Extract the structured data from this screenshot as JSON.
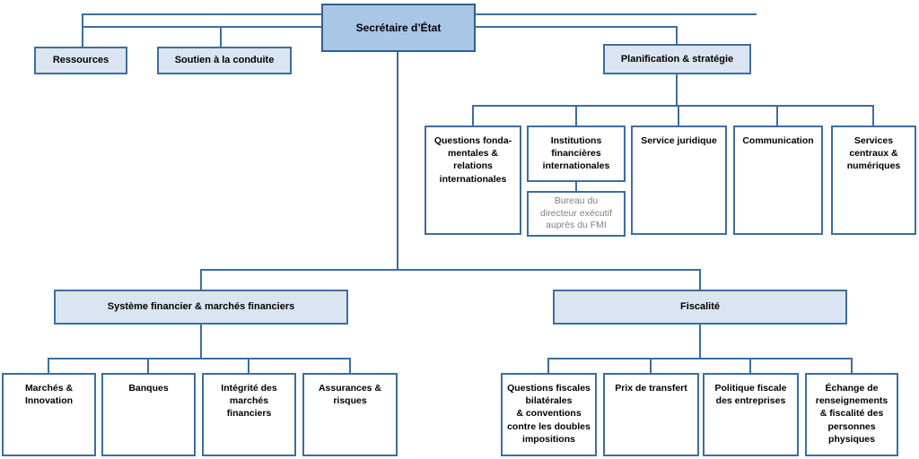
{
  "colors": {
    "line": "#3c6e9e",
    "box_border": "#3c6e9e",
    "root_fill": "#a9c6e6",
    "root_border": "#31608c",
    "header_fill": "#dbe5f1",
    "white_fill": "#ffffff",
    "subnote_text": "#7f7f7f",
    "text": "#000000"
  },
  "nodes": {
    "secretaire": {
      "label": "Secrétaire d’État"
    },
    "ressources": {
      "label": "Ressources"
    },
    "soutien": {
      "label": "Soutien à la conduite"
    },
    "planification": {
      "label": "Planification & stratégie"
    },
    "questions_fondamentales": {
      "label": "Questions fonda-\nmentales &\nrelations\ninternationales"
    },
    "institutions_financieres": {
      "label": "Institutions\nfinancières\ninternationales"
    },
    "bureau_fmi": {
      "label": "Bureau du\ndirecteur exécutif\nauprès du FMI"
    },
    "service_juridique": {
      "label": "Service juridique"
    },
    "communication": {
      "label": "Communication"
    },
    "services_centraux": {
      "label": "Services\ncentraux &\nnumériques"
    },
    "systeme_financier": {
      "label": "Système financier & marchés financiers"
    },
    "fiscalite": {
      "label": "Fiscalité"
    },
    "marches_innovation": {
      "label": "Marchés &\nInnovation"
    },
    "banques": {
      "label": "Banques"
    },
    "integrite_marches": {
      "label": "Intégrité des\nmarchés\nfinanciers"
    },
    "assurances_risques": {
      "label": "Assurances &\nrisques"
    },
    "questions_fiscales": {
      "label": "Questions fiscales\nbilatérales\n& conventions\ncontre les doubles\nimpositions"
    },
    "prix_transfert": {
      "label": "Prix de transfert"
    },
    "politique_fiscale": {
      "label": "Politique fiscale\ndes entreprises"
    },
    "echange_renseignements": {
      "label": "Échange de\nrenseignements\n& fiscalité des\npersonnes\nphysiques"
    }
  }
}
